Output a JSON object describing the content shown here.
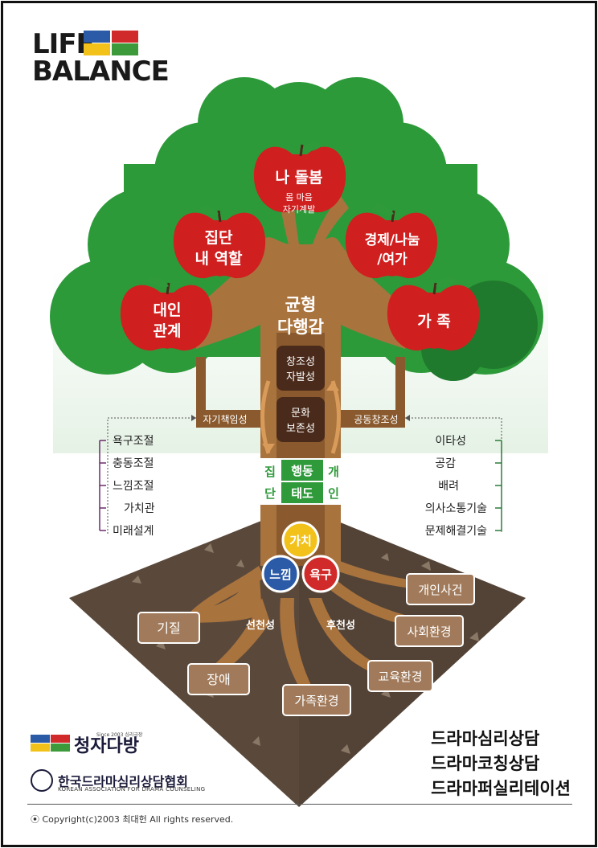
{
  "logo": {
    "line1": "LIFE",
    "line2": "BALANCE"
  },
  "colors": {
    "blue": "#2b5aa6",
    "yellow": "#f2c21b",
    "red": "#d12a2a",
    "green": "#3d9a3a",
    "apple": "#d01f1f",
    "leaf": "#2e9a3a",
    "trunk": "#a9733e",
    "soil": "#5b4a3c"
  },
  "apples": [
    {
      "id": "self-care",
      "title": "나 돌봄",
      "sub1": "몸 마음",
      "sub2": "자기계발"
    },
    {
      "id": "group-role",
      "line1": "집단",
      "line2": "내 역할"
    },
    {
      "id": "economy",
      "line1": "경제/나눔",
      "line2": "/여가"
    },
    {
      "id": "relations",
      "line1": "대인",
      "line2": "관계"
    },
    {
      "id": "family",
      "line1": "가 족"
    }
  ],
  "trunk": {
    "center_line1": "균형",
    "center_line2": "다행감",
    "box1_line1": "창조성",
    "box1_line2": "자발성",
    "box2_line1": "문화",
    "box2_line2": "보존성",
    "left_branch": "자기책임성",
    "right_branch": "공동창조성"
  },
  "grid": {
    "a": "집",
    "b": "행동",
    "c": "개",
    "d": "단",
    "e": "태도",
    "f": "인"
  },
  "left_list": [
    "욕구조절",
    "충동조절",
    "느낌조절",
    "가치관",
    "미래설계"
  ],
  "right_list": [
    "이타성",
    "공감",
    "배려",
    "의사소통기술",
    "문제해결기술"
  ],
  "core": {
    "value": "가치",
    "feeling": "느낌",
    "desire": "욕구"
  },
  "roots": {
    "innate": "선천성",
    "acquired": "후천성"
  },
  "root_boxes": {
    "temperament": "기질",
    "disability": "장애",
    "family_env": "가족환경",
    "education": "교육환경",
    "social": "사회환경",
    "personal": "개인사건"
  },
  "brands": {
    "cafe": "청자다방",
    "cafe_small": "Since 2003 심리극장",
    "assoc": "한국드라마심리상담협회",
    "assoc_en": "KOREAN ASSOCIATION FOR DRAMA COUNSELING"
  },
  "services": [
    "드라마심리상담",
    "드라마코칭상담",
    "드라마퍼실리테이션"
  ],
  "copyright": "⦿ Copyright(c)2003 최대헌 All rights reserved."
}
